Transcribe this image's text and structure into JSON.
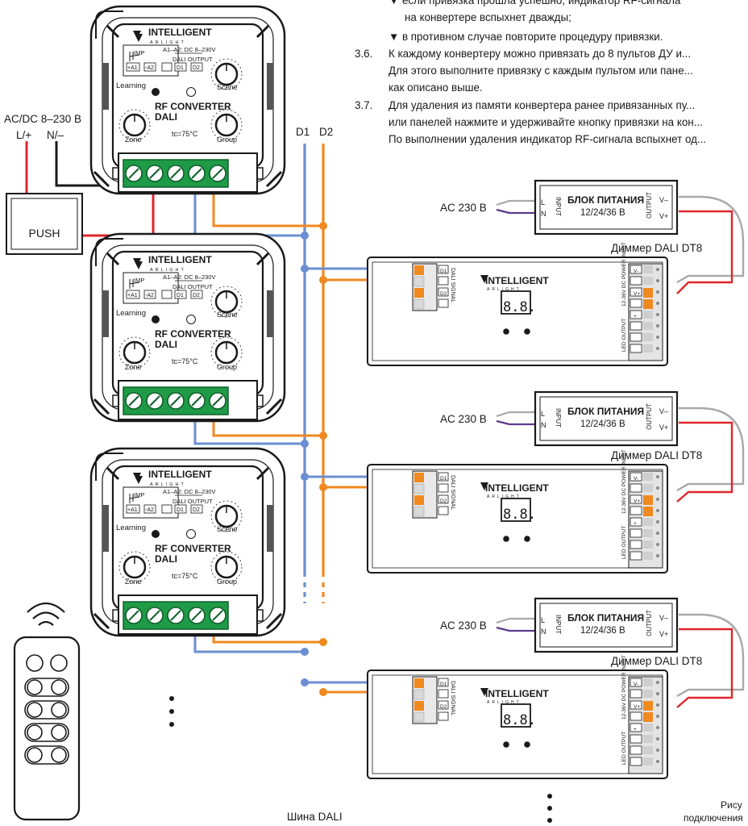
{
  "notes": {
    "b1a": "▼ если привязка прошла успешно, индикатор RF-сигнала",
    "b1b": "на конвертере вспыхнет дважды;",
    "b2": "▼ в противном случае повторите процедуру привязки.",
    "n36_num": "3.6.",
    "n36a": "К каждому конвертеру можно привязать до 8 пультов ДУ и...",
    "n36b": "Для этого выполните привязку с каждым пультом или пане...",
    "n36c": "как описано выше.",
    "n37_num": "3.7.",
    "n37a": "Для удаления из памяти конвертера ранее привязанных пу...",
    "n37b": "или панелей нажмите и удерживайте кнопку привязки на кон...",
    "n37c": "По выполнении удаления индикатор RF-сигнала вспыхнет од..."
  },
  "supply": {
    "label": "AC/DC 8–230 В",
    "l": "L/+",
    "n": "N/–",
    "push": "PUSH"
  },
  "bus": {
    "d1": "D1",
    "d2": "D2",
    "label": "Шина DALI"
  },
  "converter": {
    "brand": "INTELLIGENT",
    "sub": "ARLIGHT",
    "imp": "IMP",
    "a1a2": "A1–A2: DC 8–230V",
    "dali_output": "DALI OUTPUT",
    "a1": "+A1",
    "a2": "-A2",
    "d1": "D1",
    "d2": "D2",
    "learning": "Learning",
    "scene": "Scene",
    "title1": "RF CONVERTER",
    "title2": "DALI",
    "temp": "tc=75°C",
    "zone": "Zone",
    "group": "Group"
  },
  "psu": {
    "ac": "AC 230 В",
    "title": "БЛОК ПИТАНИЯ",
    "volts": "12/24/36 В",
    "input": "INPUT",
    "output": "OUTPUT",
    "l": "L",
    "n": "N",
    "vminus": "V–",
    "vplus": "V+"
  },
  "dimmer": {
    "title": "Диммер DALI DT8",
    "brand": "INTELLIGENT",
    "sub": "ARLIGHT",
    "signal": "DALI SIGNAL",
    "power": "12-36V DC POWER INPUT",
    "led": "LED OUTPUT",
    "display": "8.8.",
    "d1": "D1",
    "d2": "D2",
    "vminus": "V-",
    "vplus": "V+",
    "plus": "+"
  },
  "footer": {
    "fig1": "Рису",
    "fig2": "подключения"
  },
  "colors": {
    "d1": "#6b8fd3",
    "d2": "#f0891f",
    "red": "#e0262b",
    "gray": "#a9a9a9",
    "purple": "#5b3b8c",
    "terminal_green": "#1f9a47"
  }
}
